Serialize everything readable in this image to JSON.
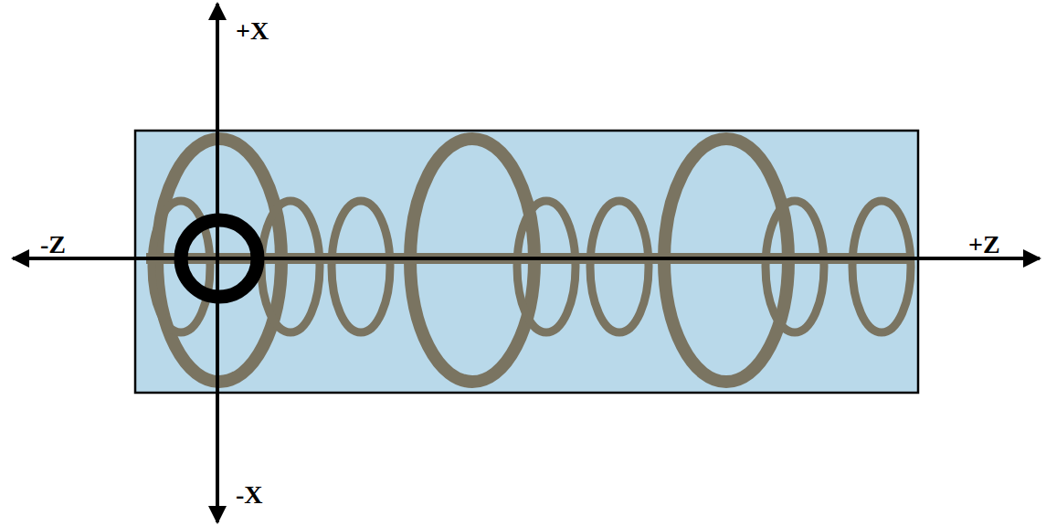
{
  "diagram": {
    "labels": [
      "+X",
      "-X",
      "-Z",
      "+Z"
    ]
  }
}
